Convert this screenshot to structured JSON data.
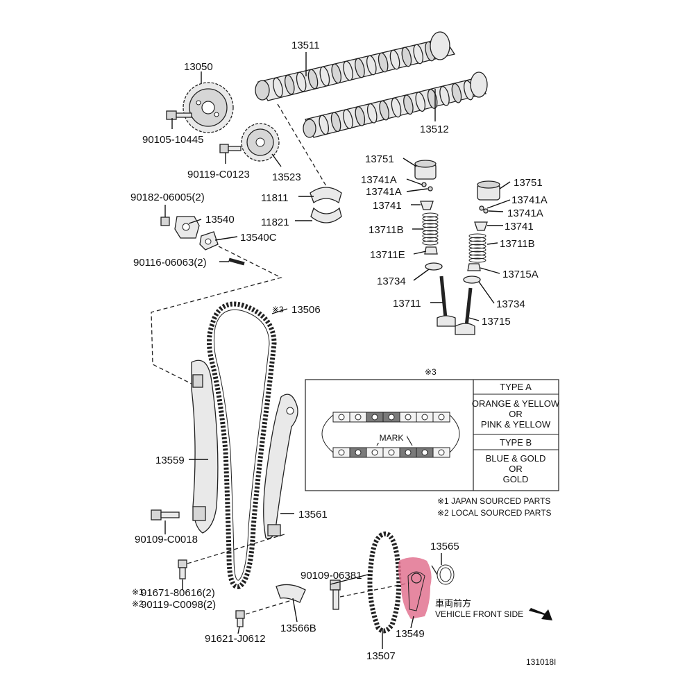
{
  "parts": [
    {
      "id": "13511",
      "text": "13511"
    },
    {
      "id": "13050",
      "text": "13050"
    },
    {
      "id": "13512",
      "text": "13512"
    },
    {
      "id": "90105_10445",
      "text": "90105-10445"
    },
    {
      "id": "90119_C0123",
      "text": "90119-C0123"
    },
    {
      "id": "13523",
      "text": "13523"
    },
    {
      "id": "11811",
      "text": "11811"
    },
    {
      "id": "11821",
      "text": "11821"
    },
    {
      "id": "90182_06005",
      "text": "90182-06005(2)"
    },
    {
      "id": "13540",
      "text": "13540"
    },
    {
      "id": "13540C",
      "text": "13540C"
    },
    {
      "id": "90116_06063",
      "text": "90116-06063(2)"
    },
    {
      "id": "13751_a",
      "text": "13751"
    },
    {
      "id": "13741A_a1",
      "text": "13741A"
    },
    {
      "id": "13741A_a2",
      "text": "13741A"
    },
    {
      "id": "13741_a",
      "text": "13741"
    },
    {
      "id": "13711B_a",
      "text": "13711B"
    },
    {
      "id": "13711E",
      "text": "13711E"
    },
    {
      "id": "13734_a",
      "text": "13734"
    },
    {
      "id": "13711",
      "text": "13711"
    },
    {
      "id": "13751_b",
      "text": "13751"
    },
    {
      "id": "13741A_b1",
      "text": "13741A"
    },
    {
      "id": "13741A_b2",
      "text": "13741A"
    },
    {
      "id": "13741_b",
      "text": "13741"
    },
    {
      "id": "13711B_b",
      "text": "13711B"
    },
    {
      "id": "13715A",
      "text": "13715A"
    },
    {
      "id": "13734_b",
      "text": "13734"
    },
    {
      "id": "13715",
      "text": "13715"
    },
    {
      "id": "13506",
      "text": "13506"
    },
    {
      "id": "13559",
      "text": "13559"
    },
    {
      "id": "13561",
      "text": "13561"
    },
    {
      "id": "90109_C0018",
      "text": "90109-C0018"
    },
    {
      "id": "91671_80616",
      "text": "91671-80616(2)"
    },
    {
      "id": "90119_C0098",
      "text": "90119-C0098(2)"
    },
    {
      "id": "91621_J0612",
      "text": "91621-J0612"
    },
    {
      "id": "13566B",
      "text": "13566B"
    },
    {
      "id": "90109_06381",
      "text": "90109-06381"
    },
    {
      "id": "13565",
      "text": "13565"
    },
    {
      "id": "13549",
      "text": "13549"
    },
    {
      "id": "13507",
      "text": "13507"
    }
  ],
  "marks": {
    "note3_mark": "※3",
    "note1_mark": "※1",
    "note2_mark": "※2"
  },
  "inset": {
    "note_ref": "※3",
    "mark_label": "MARK",
    "type_a_header": "TYPE A",
    "type_a_lines": [
      "ORANGE & YELLOW",
      "OR",
      "PINK & YELLOW"
    ],
    "type_b_header": "TYPE B",
    "type_b_lines": [
      "BLUE & GOLD",
      "OR",
      "GOLD"
    ]
  },
  "notes": {
    "note1": "※1 JAPAN SOURCED PARTS",
    "note2": "※2 LOCAL SOURCED PARTS"
  },
  "direction": {
    "jp": "車両前方",
    "en": "VEHICLE FRONT SIDE"
  },
  "diagram_id": "131018I",
  "colors": {
    "highlight": "#e06a8a",
    "line": "#222222"
  }
}
